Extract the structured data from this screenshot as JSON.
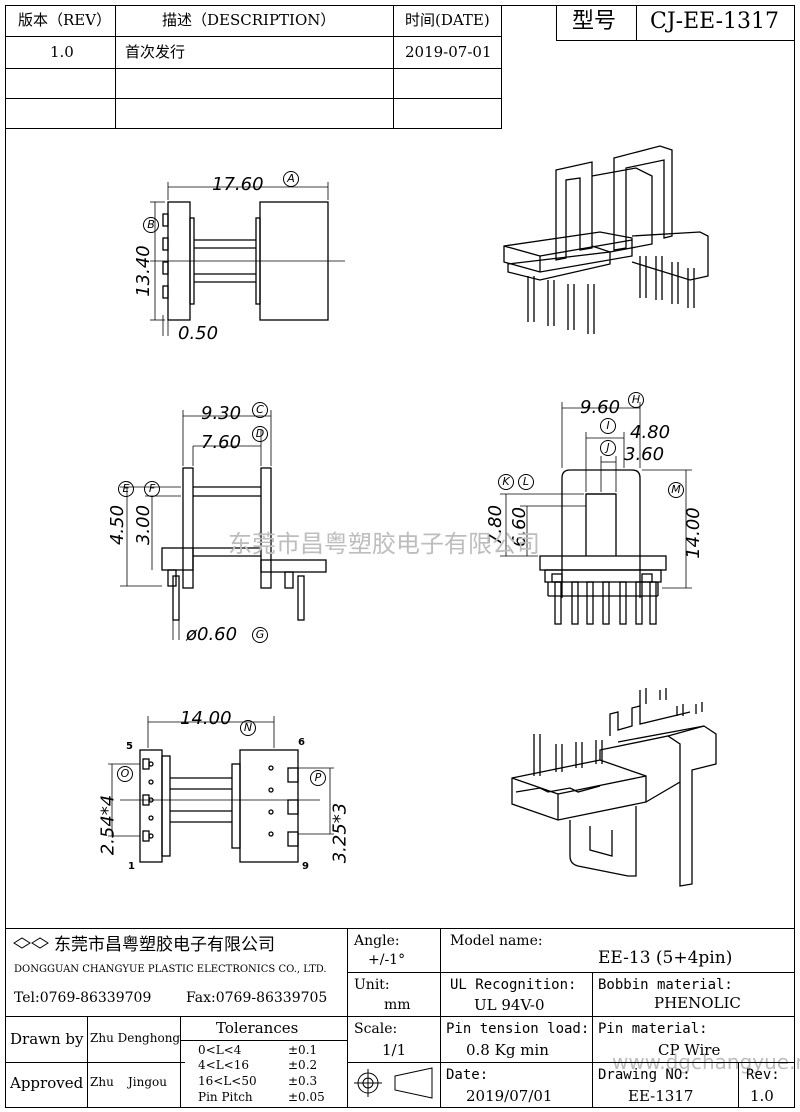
{
  "revision_table": {
    "headers": {
      "rev": "版本（REV）",
      "desc": "描述（DESCRIPTION）",
      "date": "时间(DATE)"
    },
    "rows": [
      {
        "rev": "1.0",
        "desc": "首次发行",
        "date": "2019-07-01"
      }
    ]
  },
  "model_box": {
    "label": "型号",
    "value": "CJ-EE-1317"
  },
  "dims": {
    "d17_60": "17.60",
    "dA": "A",
    "d13_40": "13.40",
    "dB": "B",
    "d0_50": "0.50",
    "d9_30": "9.30",
    "dC": "C",
    "d7_60": "7.60",
    "dD": "D",
    "d4_50": "4.50",
    "dE": "E",
    "d3_00": "3.00",
    "dF": "F",
    "d0_60": "ø0.60",
    "dG": "G",
    "d9_60": "9.60",
    "dH": "H",
    "d4_80": "4.80",
    "dI": "I",
    "d3_60": "3.60",
    "dJ": "J",
    "dK": "K",
    "dL": "L",
    "d7_80": "7.80",
    "d6_60": "6.60",
    "d14_00": "14.00",
    "dM": "M",
    "d14_00b": "14.00",
    "dN": "N",
    "dO": "O",
    "dP": "P",
    "d2_54": "2.54*4",
    "d3_25": "3.25*3",
    "pin5": "5",
    "pin1": "1",
    "pin6": "6",
    "pin9": "9"
  },
  "watermark": {
    "main": "东莞市昌粤塑胶电子有限公司",
    "url": "www.dgchangyue.net"
  },
  "title_block": {
    "company_cn": "东莞市昌粤塑胶电子有限公司",
    "company_en": "DONGGUAN CHANGYUE PLASTIC ELECTRONICS CO., LTD.",
    "tel": "Tel:0769-86339709",
    "fax": "Fax:0769-86339705",
    "drawn_by_label": "Drawn by",
    "drawn_by": "Zhu Denghong",
    "approved_label": "Approved",
    "approved_1": "Zhu",
    "approved_2": "Jingou",
    "tolerances_label": "Tolerances",
    "tolerances": [
      {
        "range": "0<L<4",
        "value": "±0.1"
      },
      {
        "range": "4<L<16",
        "value": "±0.2"
      },
      {
        "range": "16<L<50",
        "value": "±0.3"
      },
      {
        "range": "Pin Pitch",
        "value": "±0.05"
      }
    ],
    "angle_label": "Angle:",
    "angle": "+/-1°",
    "unit_label": "Unit:",
    "unit": "mm",
    "scale_label": "Scale:",
    "scale": "1/1",
    "model_name_label": "Model name:",
    "model_name": "EE-13 (5+4pin)",
    "ul_label": "UL Recognition:",
    "ul": "UL 94V-0",
    "bobbin_label": "Bobbin material:",
    "bobbin": "PHENOLIC",
    "pin_tension_label": "Pin tension load:",
    "pin_tension": "0.8 Kg min",
    "pin_material_label": "Pin material:",
    "pin_material": "CP Wire",
    "date_label": "Date:",
    "date": "2019/07/01",
    "drawing_no_label": "Drawing NO:",
    "drawing_no": "EE-1317",
    "rev_label": "Rev:",
    "rev": "1.0"
  }
}
